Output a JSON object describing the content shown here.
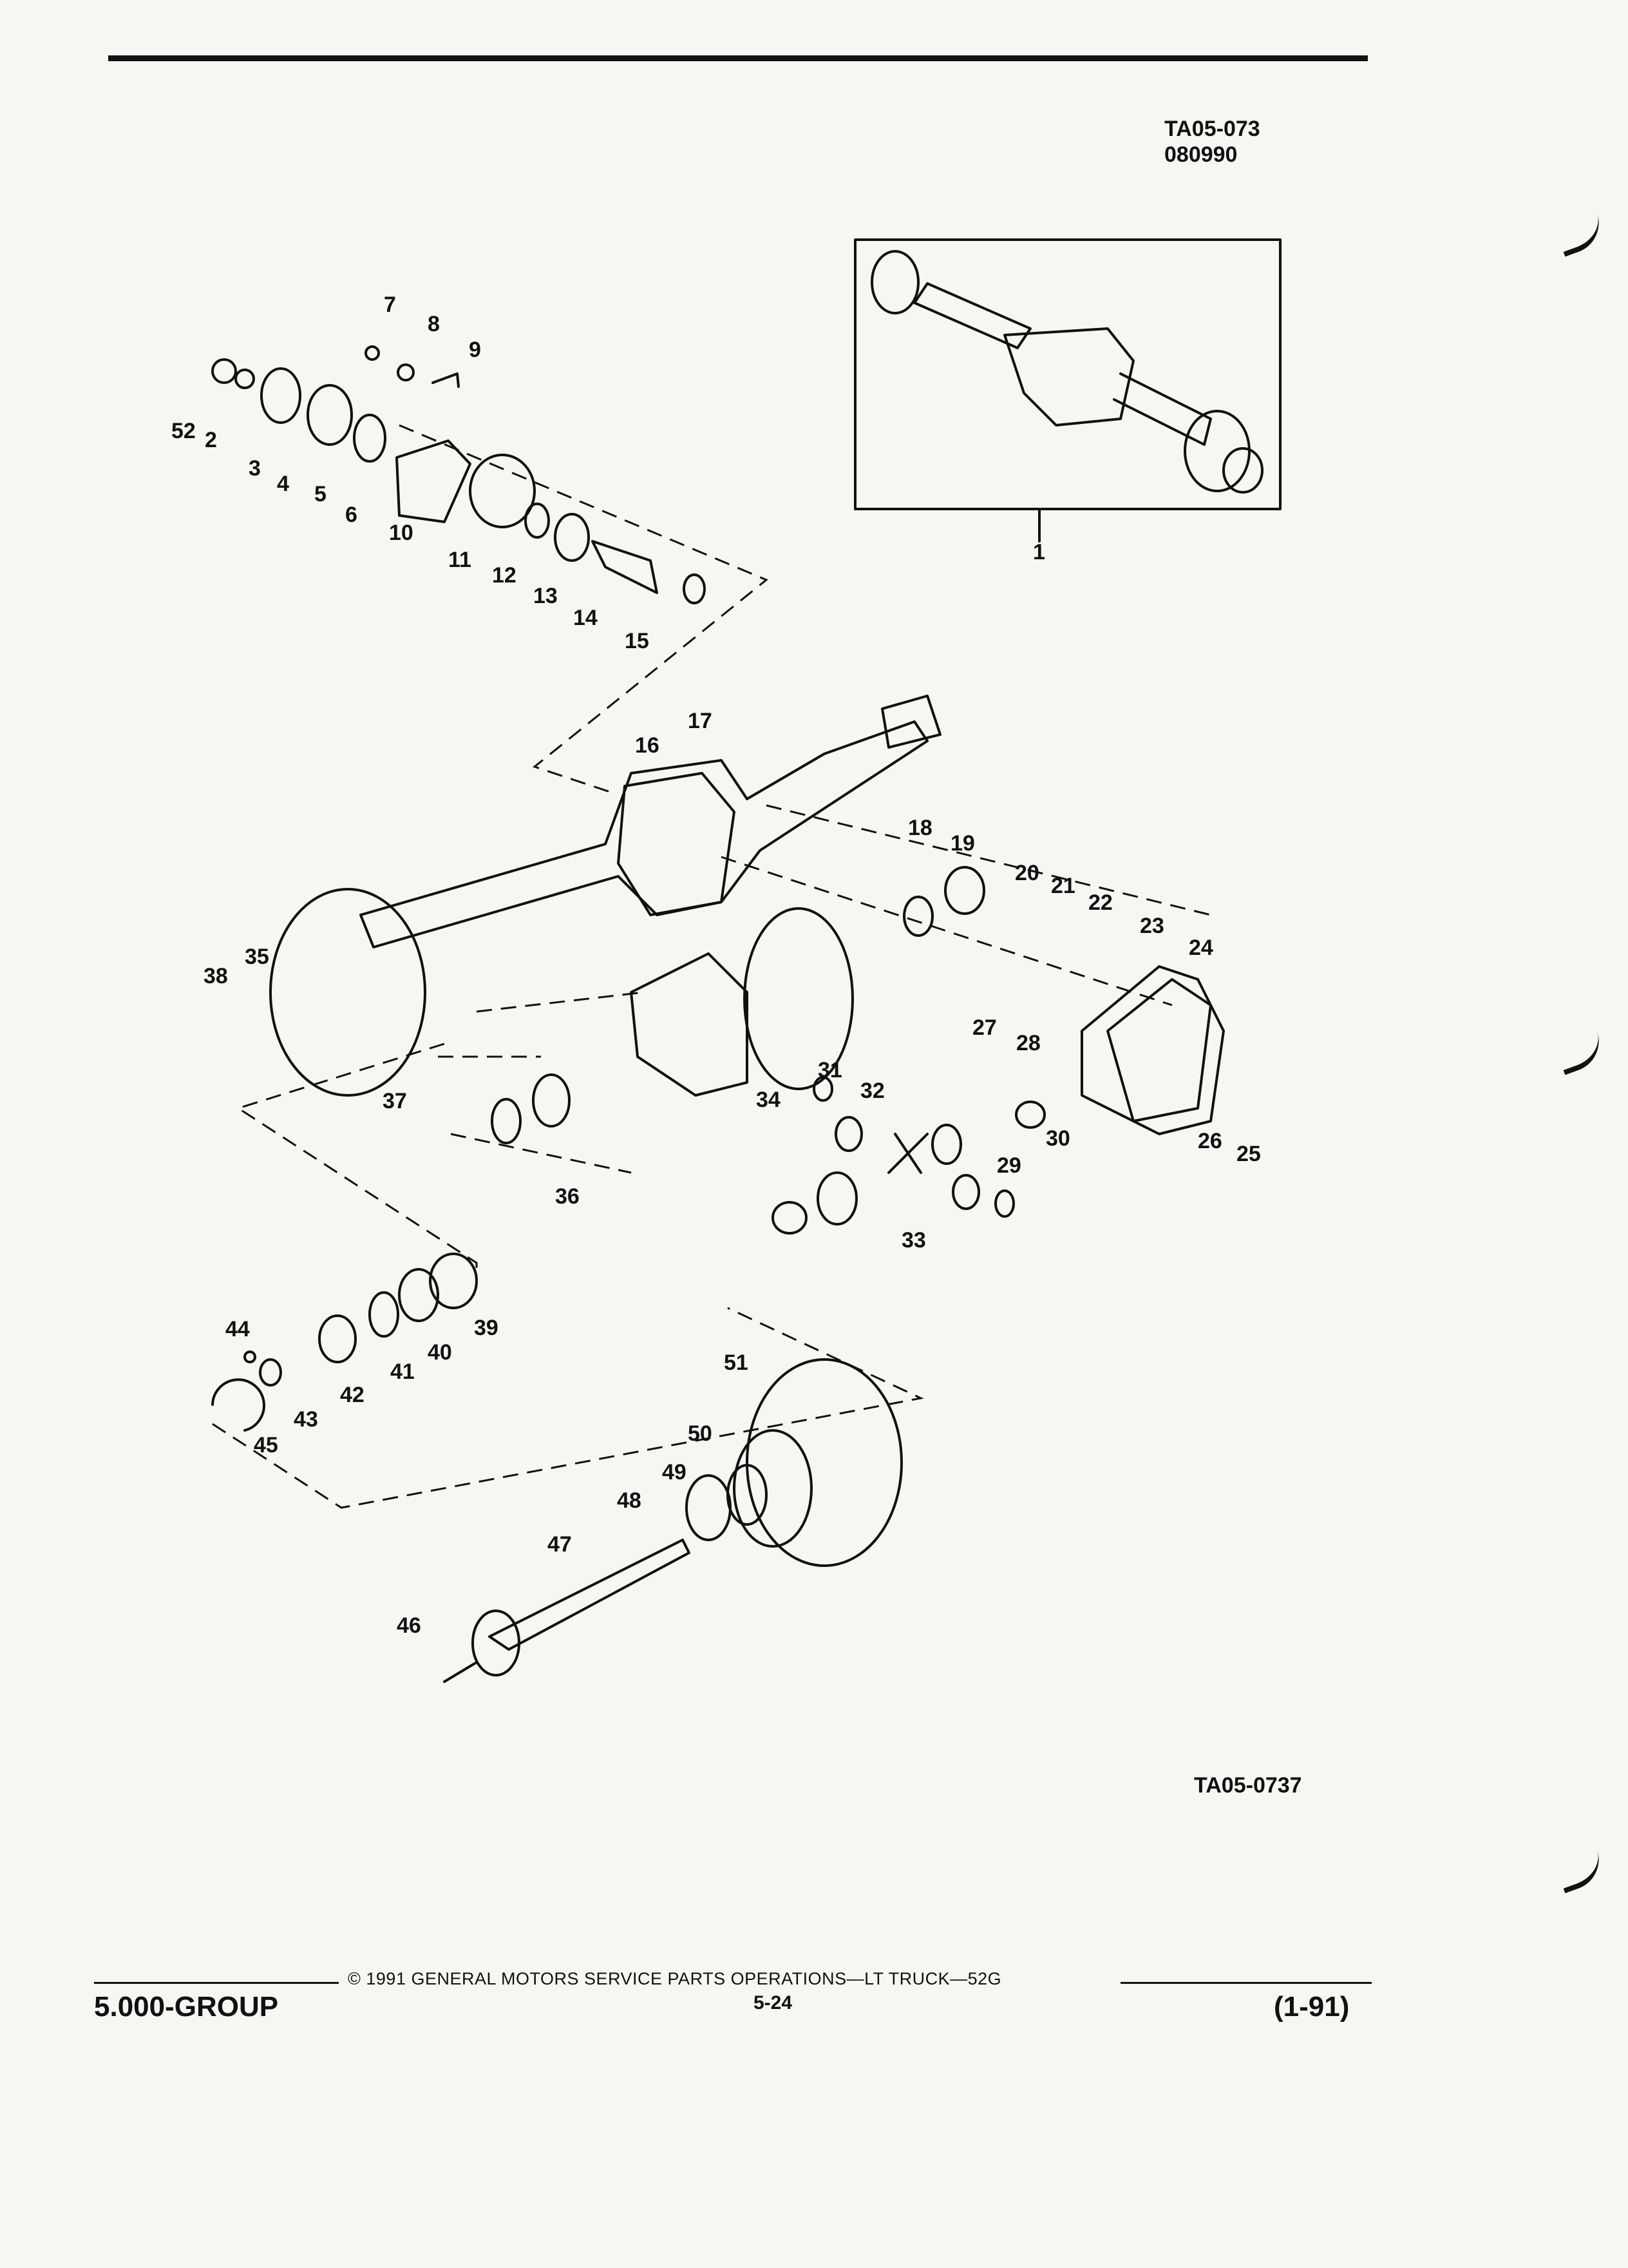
{
  "drawing_ids": {
    "top_line1": "TA05-073",
    "top_line2": "080990",
    "bottom": "TA05-0737"
  },
  "callouts": [
    "1",
    "2",
    "3",
    "4",
    "5",
    "6",
    "7",
    "8",
    "9",
    "10",
    "11",
    "12",
    "13",
    "14",
    "15",
    "16",
    "17",
    "18",
    "19",
    "20",
    "21",
    "22",
    "23",
    "24",
    "25",
    "26",
    "27",
    "28",
    "29",
    "30",
    "31",
    "32",
    "33",
    "34",
    "35",
    "36",
    "37",
    "38",
    "39",
    "40",
    "41",
    "42",
    "43",
    "44",
    "45",
    "46",
    "47",
    "48",
    "49",
    "50",
    "51",
    "52"
  ],
  "footer": {
    "group": "5.000-GROUP",
    "copyright": "© 1991 GENERAL MOTORS SERVICE PARTS OPERATIONS—LT TRUCK—52G",
    "page": "5-24",
    "date": "(1-91)"
  }
}
